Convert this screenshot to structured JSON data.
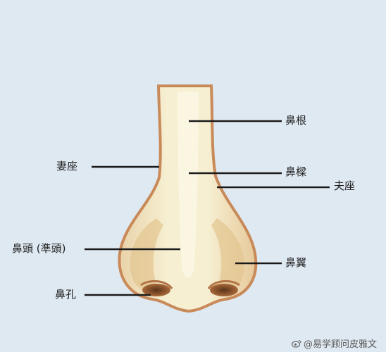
{
  "labels": {
    "nose_root": "鼻根",
    "nose_bridge": "鼻樑",
    "left_side": "妻座",
    "right_side": "夫座",
    "nose_tip": "鼻頭 (準頭)",
    "nose_wing": "鼻翼",
    "nostril": "鼻孔"
  },
  "watermark": {
    "icon": "weibo-icon",
    "text": "@易学顾问皮雅文"
  },
  "colors": {
    "background": "#dfe9f2",
    "skin": "#f3e8c4",
    "outline": "#c98a5a",
    "leader": "#1a1a1a"
  }
}
